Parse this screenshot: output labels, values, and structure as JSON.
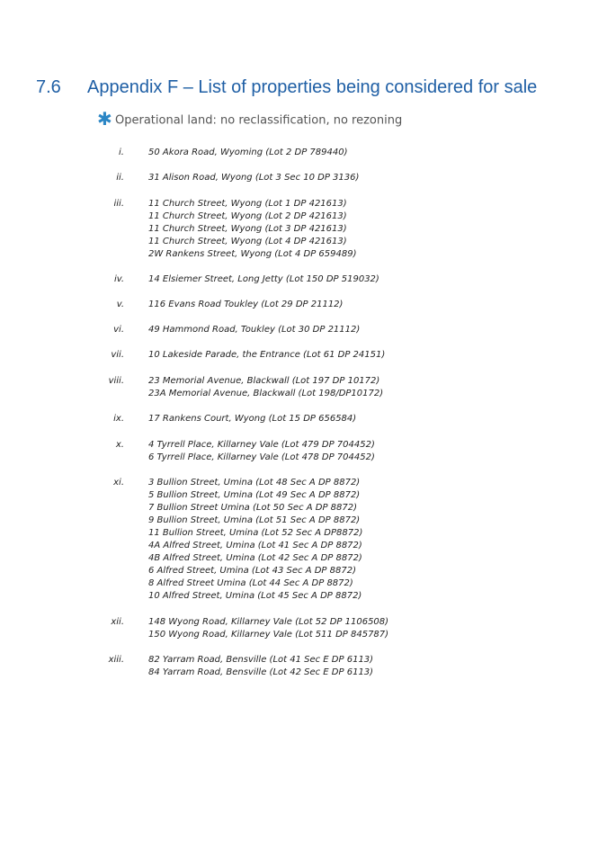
{
  "heading": {
    "number": "7.6",
    "title": "Appendix F – List of properties being considered for sale"
  },
  "subheading": {
    "icon": "asterisk-icon",
    "text": "Operational land: no reclassification, no rezoning"
  },
  "entries": [
    {
      "numeral": "i.",
      "lines": [
        "50 Akora Road, Wyoming (Lot 2 DP 789440)"
      ]
    },
    {
      "numeral": "ii.",
      "lines": [
        "31 Alison Road, Wyong (Lot 3 Sec 10 DP 3136)"
      ]
    },
    {
      "numeral": "iii.",
      "lines": [
        "11 Church Street, Wyong (Lot 1 DP 421613)",
        "11 Church Street, Wyong (Lot 2 DP 421613)",
        "11 Church Street, Wyong (Lot 3 DP 421613)",
        "11 Church Street, Wyong (Lot 4 DP 421613)",
        "2W Rankens Street, Wyong (Lot 4 DP 659489)"
      ]
    },
    {
      "numeral": "iv.",
      "lines": [
        "14 Elsiemer Street, Long Jetty (Lot 150 DP 519032)"
      ]
    },
    {
      "numeral": "v.",
      "lines": [
        "116 Evans Road Toukley (Lot 29 DP 21112)"
      ]
    },
    {
      "numeral": "vi.",
      "lines": [
        "49 Hammond Road, Toukley (Lot 30 DP 21112)"
      ]
    },
    {
      "numeral": "vii.",
      "lines": [
        "10 Lakeside Parade, the Entrance (Lot 61 DP 24151)"
      ]
    },
    {
      "numeral": "viii.",
      "lines": [
        "23 Memorial Avenue, Blackwall (Lot 197 DP 10172)",
        "23A Memorial Avenue, Blackwall (Lot 198/DP10172)"
      ]
    },
    {
      "numeral": "ix.",
      "lines": [
        "17 Rankens Court, Wyong (Lot 15 DP 656584)"
      ]
    },
    {
      "numeral": "x.",
      "lines": [
        "4 Tyrrell Place, Killarney Vale (Lot 479 DP 704452)",
        "6 Tyrrell Place, Killarney Vale (Lot 478 DP 704452)"
      ]
    },
    {
      "numeral": "xi.",
      "lines": [
        "3 Bullion Street, Umina (Lot 48 Sec A DP 8872)",
        "5 Bullion Street, Umina (Lot 49 Sec A DP 8872)",
        "7 Bullion Street Umina (Lot 50 Sec A DP 8872)",
        "9 Bullion Street, Umina (Lot 51 Sec A DP 8872)",
        "11 Bullion Street, Umina (Lot 52 Sec A DP8872)",
        "4A Alfred Street, Umina (Lot 41 Sec A DP 8872)",
        "4B Alfred Street, Umina (Lot 42 Sec A DP 8872)",
        "6 Alfred Street, Umina (Lot 43 Sec A DP 8872)",
        "8 Alfred Street Umina (Lot 44 Sec A DP 8872)",
        "10 Alfred Street, Umina (Lot 45 Sec A DP 8872)"
      ]
    },
    {
      "numeral": "xii.",
      "lines": [
        "148 Wyong Road, Killarney Vale (Lot 52 DP 1106508)",
        "150 Wyong Road, Killarney Vale (Lot 511 DP 845787)"
      ]
    },
    {
      "numeral": "xiii.",
      "lines": [
        "82 Yarram Road, Bensville (Lot 41 Sec E DP 6113)",
        "84 Yarram Road, Bensville (Lot 42 Sec E DP 6113)"
      ]
    }
  ]
}
